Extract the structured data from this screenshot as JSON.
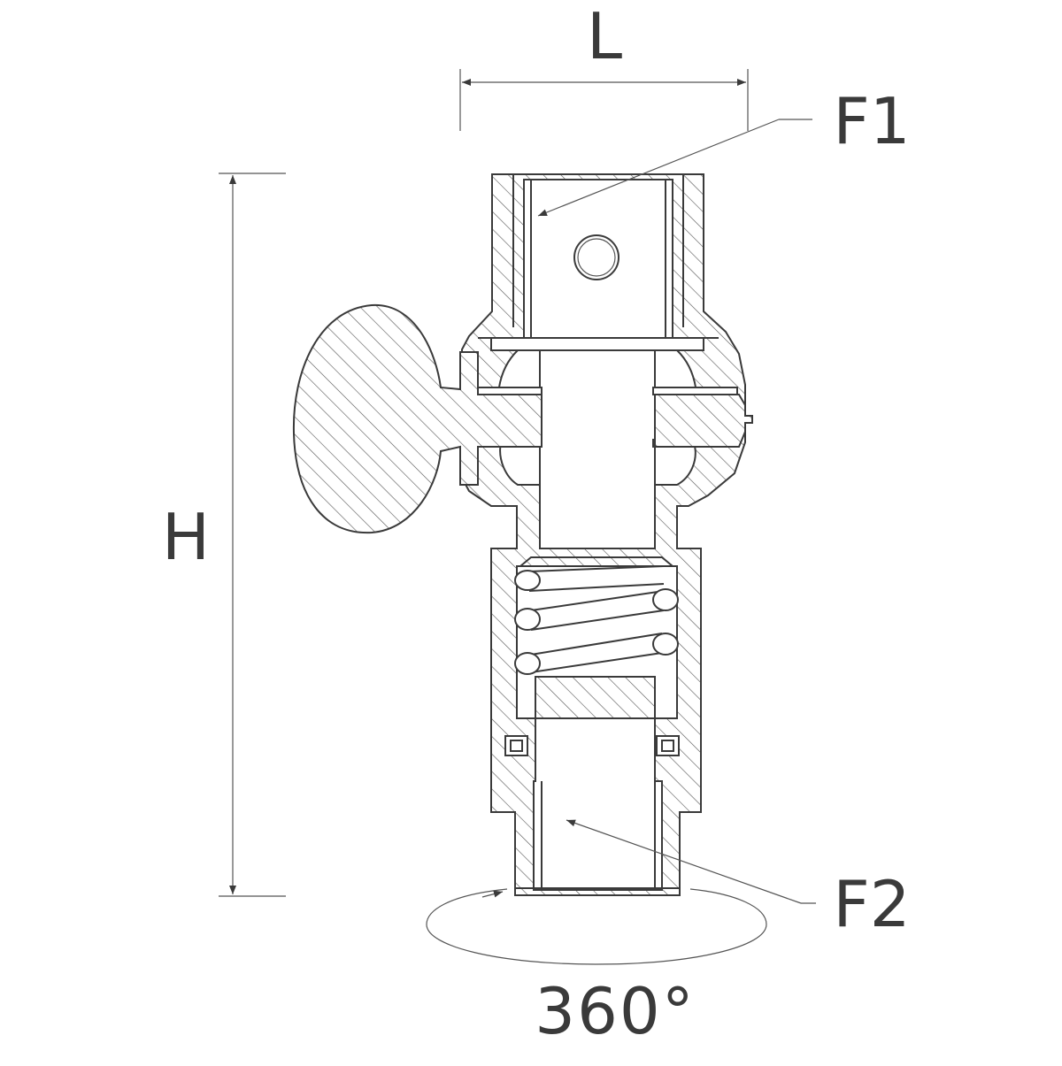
{
  "labels": {
    "length": "L",
    "height": "H",
    "fitting_top": "F1",
    "fitting_bottom": "F2",
    "rotation": "360°"
  },
  "colors": {
    "line": "#3a3a3a",
    "hatch": "#555555",
    "background": "#ffffff"
  }
}
